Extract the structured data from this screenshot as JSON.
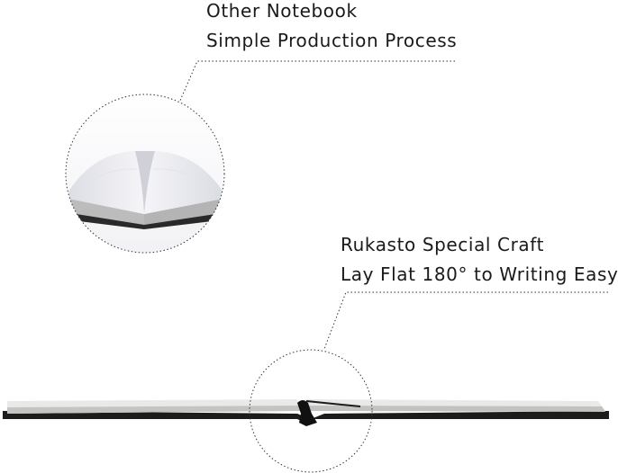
{
  "comparison": {
    "other": {
      "title": "Other Notebook",
      "subtitle": "Simple Production Process"
    },
    "rukasto": {
      "title": "Rukasto Special Craft",
      "subtitle": "Lay Flat 180° to Writing Easy"
    }
  },
  "colors": {
    "text": "#1a1a1a",
    "cover": "#1c1c1c",
    "paper": "#e9e9e7",
    "page_edge": "#bdbdbd",
    "dotted_line": "#333333"
  }
}
